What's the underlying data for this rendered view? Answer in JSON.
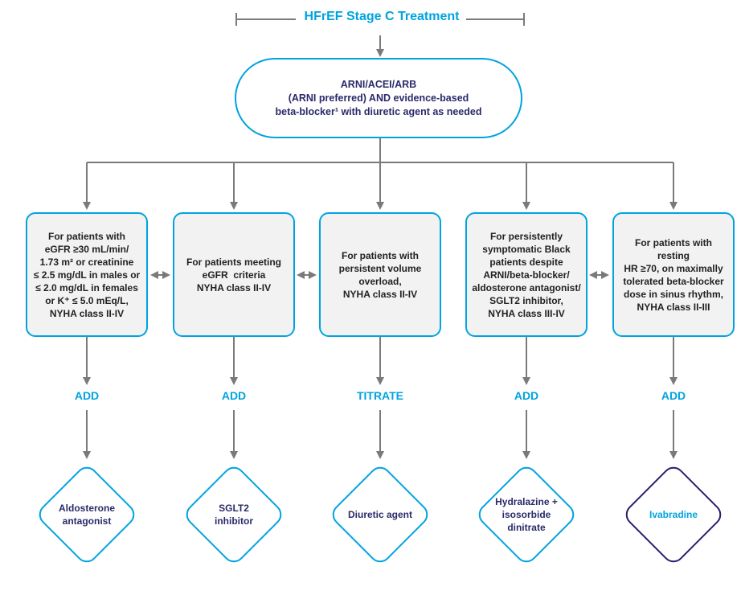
{
  "title": "HFrEF Stage C Treatment",
  "top": {
    "line1": "ARNI/ACEI/ARB",
    "line2": "(ARNI preferred) AND evidence-based",
    "line3": "beta-blocker¹ with diuretic agent as needed"
  },
  "columns": [
    {
      "criteria": [
        "For patients with",
        "eGFR ≥30 mL/min/",
        "1.73 m² or creatinine",
        "≤ 2.5 mg/dL in males or",
        "≤ 2.0 mg/dL in females",
        "or K⁺ ≤ 5.0 mEq/L,",
        "NYHA class II-IV"
      ],
      "action": "ADD",
      "treatment": [
        "Aldosterone",
        "antagonist"
      ]
    },
    {
      "criteria": [
        "For patients meeting",
        "eGFR  criteria",
        "NYHA class II-IV"
      ],
      "action": "ADD",
      "treatment": [
        "SGLT2",
        "inhibitor"
      ]
    },
    {
      "criteria": [
        "For patients with",
        "persistent volume",
        "overload,",
        "NYHA class II-IV"
      ],
      "action": "TITRATE",
      "treatment": [
        "Diuretic agent"
      ]
    },
    {
      "criteria": [
        "For persistently",
        "symptomatic Black",
        "patients despite",
        "ARNI/beta-blocker/",
        "aldosterone antagonist/",
        "SGLT2 inhibitor,",
        "NYHA class III-IV"
      ],
      "action": "ADD",
      "treatment": [
        "Hydralazine +",
        "isosorbide",
        "dinitrate"
      ]
    },
    {
      "criteria": [
        "For patients with resting",
        "HR ≥70, on maximally",
        "tolerated beta-blocker",
        "dose in sinus rhythm,",
        "NYHA class II-III"
      ],
      "action": "ADD",
      "treatment": [
        "Ivabradine"
      ]
    }
  ],
  "colors": {
    "accent": "#00a3e0",
    "dark": "#2a1e6e",
    "line": "#7a7a7a",
    "box_fill": "#f2f2f2"
  }
}
